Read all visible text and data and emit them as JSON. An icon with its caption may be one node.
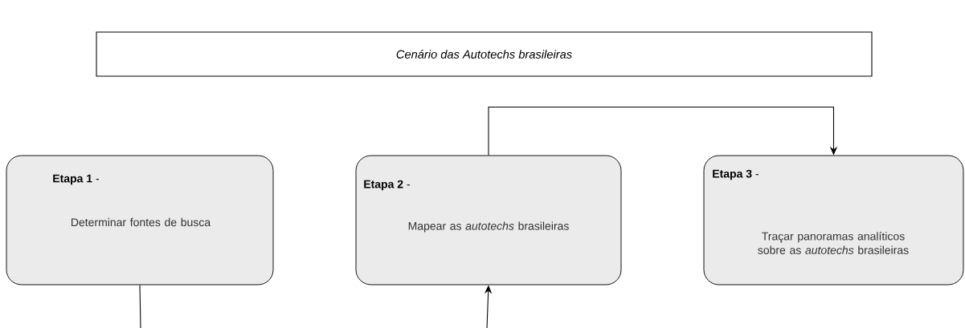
{
  "diagram": {
    "nodes": [
      {
        "text": [
          "Cenário das Autotechs brasileiras"
        ]
      },
      {
        "text": [
          "**Etapa 1** -",
          "Determinar fontes de busca"
        ]
      },
      {
        "text": [
          "**Etapa 2** -",
          "Mapear as *autotechs* brasileiras"
        ]
      },
      {
        "text": [
          "**Etapa 3** -",
          "Traçar panoramas analíticos sobre as *autotechs* brasileiras"
        ]
      }
    ],
    "edges": [
      {
        "from": 1,
        "to": null,
        "arrow": "none"
      },
      {
        "from": null,
        "to": 2,
        "arrow": "to"
      },
      {
        "from": 2,
        "to": 3,
        "arrow": "to"
      }
    ]
  }
}
